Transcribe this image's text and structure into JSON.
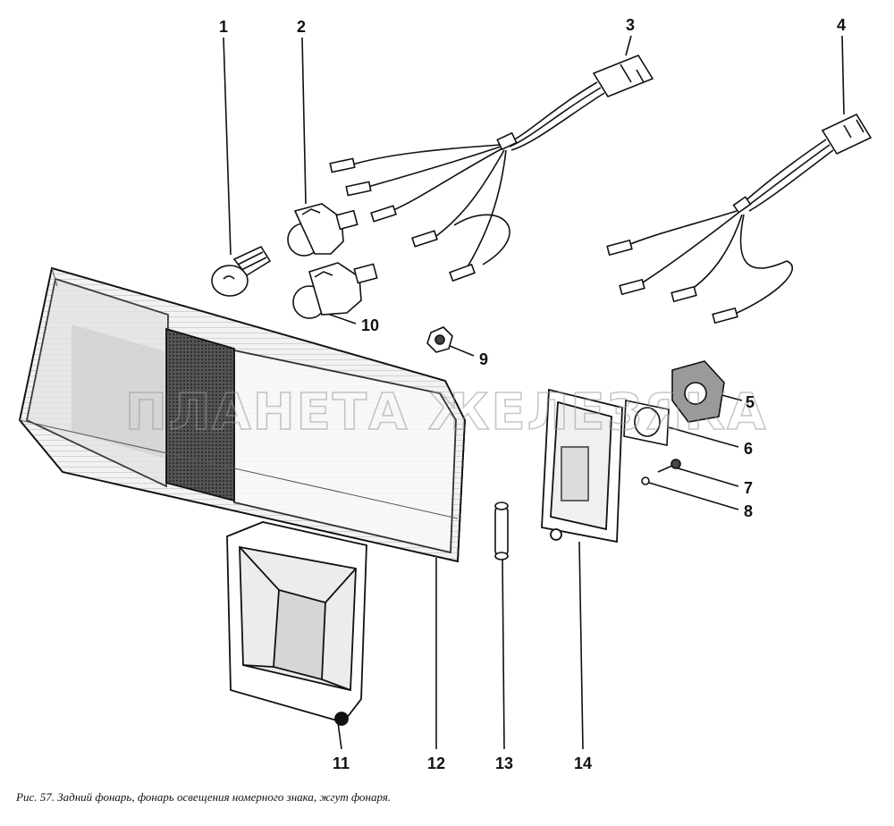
{
  "caption": "Рис. 57. Задний фонарь, фонарь освещения номерного знака, жгут фонаря.",
  "watermark": "ПЛАНЕТА ЖЕЛЕЗЯКА",
  "labels": {
    "l1": "1",
    "l2": "2",
    "l3": "3",
    "l4": "4",
    "l5": "5",
    "l6": "6",
    "l7": "7",
    "l8": "8",
    "l9": "9",
    "l10": "10",
    "l11": "11",
    "l12": "12",
    "l13": "13",
    "l14": "14"
  }
}
